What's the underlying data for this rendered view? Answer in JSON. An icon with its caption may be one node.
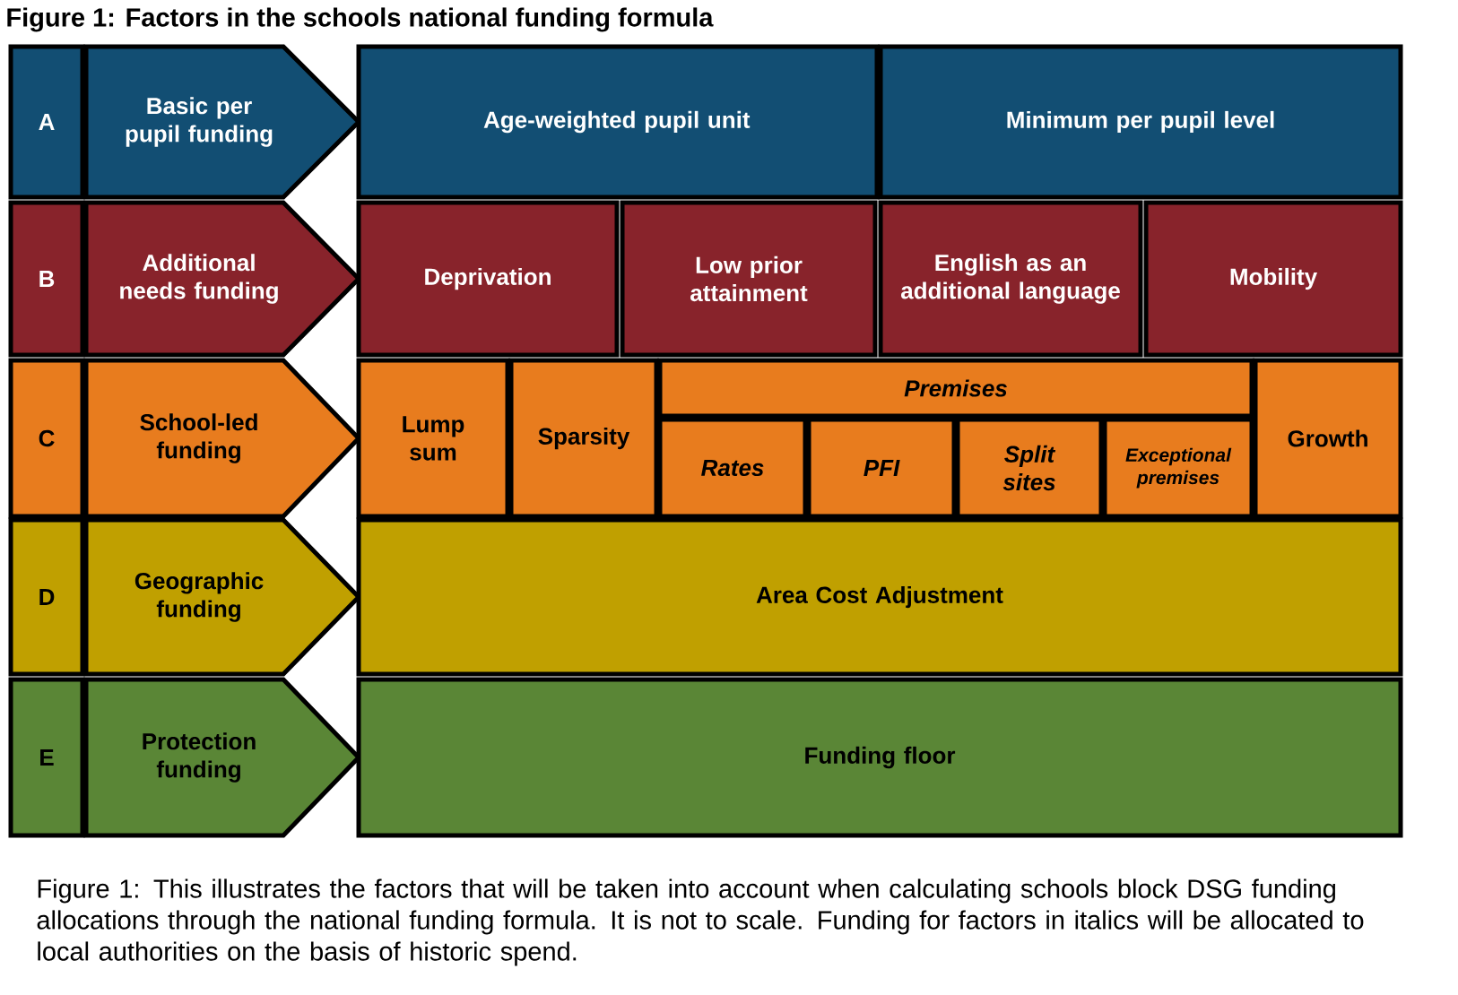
{
  "diagram": {
    "title": "Figure 1: Factors in the schools national funding formula",
    "caption": "Figure 1: This illustrates the factors that will be taken into account when calculating schools block DSG funding allocations through the national funding formula. It is not to scale. Funding for factors in italics will be allocated to local authorities on the basis of historic spend.",
    "nodes": [
      {
        "text": [
          "A"
        ]
      },
      {
        "text": [
          "Basic per pupil funding"
        ]
      },
      {
        "text": [
          "Age-weighted pupil unit"
        ]
      },
      {
        "text": [
          "Minimum per pupil level"
        ]
      },
      {
        "text": [
          "B"
        ]
      },
      {
        "text": [
          "Additional needs funding"
        ]
      },
      {
        "text": [
          "Deprivation"
        ]
      },
      {
        "text": [
          "Low prior attainment"
        ]
      },
      {
        "text": [
          "English as an additional language"
        ]
      },
      {
        "text": [
          "Mobility"
        ]
      },
      {
        "text": [
          "C"
        ]
      },
      {
        "text": [
          "School-led funding"
        ]
      },
      {
        "text": [
          "Lump sum"
        ]
      },
      {
        "text": [
          "Sparsity"
        ]
      },
      {
        "text": [
          "Premises"
        ]
      },
      {
        "text": [
          "Rates"
        ]
      },
      {
        "text": [
          "PFI"
        ]
      },
      {
        "text": [
          "Split sites"
        ]
      },
      {
        "text": [
          "Exceptional premises"
        ]
      },
      {
        "text": [
          "Growth"
        ]
      },
      {
        "text": [
          "D"
        ]
      },
      {
        "text": [
          "Geographic funding"
        ]
      },
      {
        "text": [
          "Area Cost Adjustment"
        ]
      },
      {
        "text": [
          "E"
        ]
      },
      {
        "text": [
          "Protection funding"
        ]
      },
      {
        "text": [
          "Funding floor"
        ]
      }
    ]
  }
}
